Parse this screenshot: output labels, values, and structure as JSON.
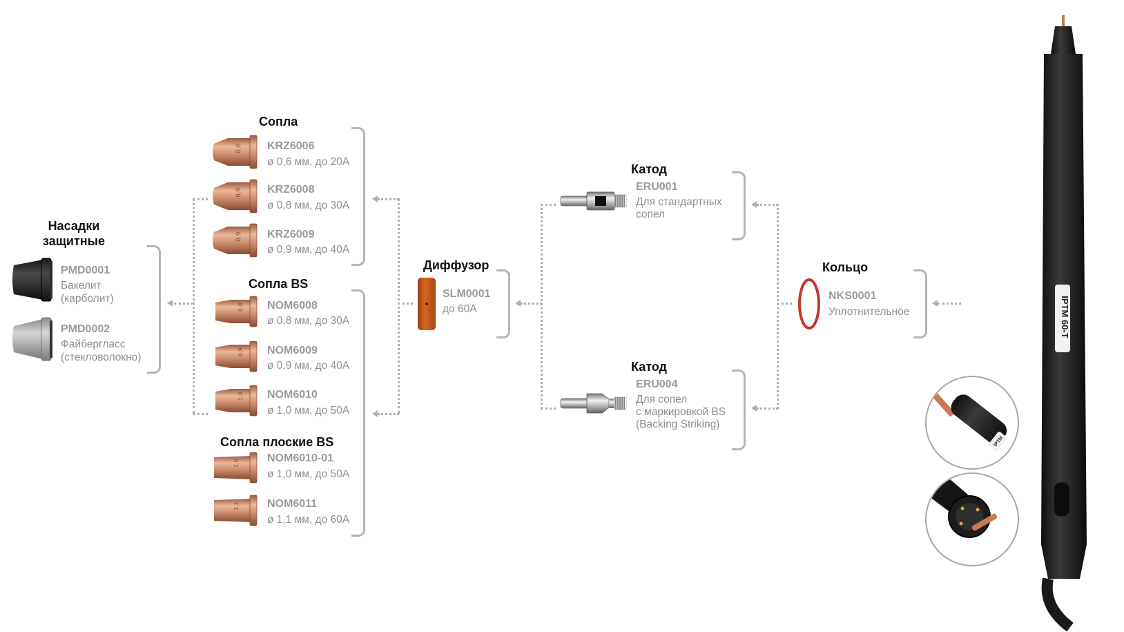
{
  "groups": {
    "shields": {
      "title": "Насадки\nзащитные",
      "items": [
        {
          "code": "PMD0001",
          "desc": "Бакелит\n(карболит)"
        },
        {
          "code": "PMD0002",
          "desc": "Файберглаcc\n(стекловолокно)"
        }
      ]
    },
    "nozzles": {
      "title": "Сопла",
      "items": [
        {
          "code": "KRZ6006",
          "desc": "ø 0,6 мм, до 20А",
          "mark": "0,6"
        },
        {
          "code": "KRZ6008",
          "desc": "ø 0,8 мм, до 30А",
          "mark": "0,8"
        },
        {
          "code": "KRZ6009",
          "desc": "ø 0,9 мм, до 40А",
          "mark": "0,9"
        }
      ]
    },
    "nozzles_bs": {
      "title": "Сопла BS",
      "items": [
        {
          "code": "NOM6008",
          "desc": "ø 0,8 мм, до 30А",
          "mark": "0,8"
        },
        {
          "code": "NOM6009",
          "desc": "ø 0,9 мм, до 40А",
          "mark": "0,9"
        },
        {
          "code": "NOM6010",
          "desc": "ø 1,0 мм, до 50А",
          "mark": "1,0"
        }
      ]
    },
    "nozzles_flat_bs": {
      "title": "Сопла плоские BS",
      "items": [
        {
          "code": "NOM6010-01",
          "desc": "ø 1,0 мм, до 50А",
          "mark": "1,0"
        },
        {
          "code": "NOM6011",
          "desc": "ø 1,1 мм, до 60А",
          "mark": "1,1"
        }
      ]
    },
    "diffuser": {
      "title": "Диффузор",
      "items": [
        {
          "code": "SLM0001",
          "desc": "до 60А"
        }
      ]
    },
    "cathode_std": {
      "title": "Катод",
      "items": [
        {
          "code": "ERU001",
          "desc": "Для стандартных\nсопел"
        }
      ]
    },
    "cathode_bs": {
      "title": "Катод",
      "items": [
        {
          "code": "ERU004",
          "desc": "Для сопел\nс маркировкой BS\n(Backing Striking)"
        }
      ]
    },
    "ring": {
      "title": "Кольцо",
      "items": [
        {
          "code": "NKS0001",
          "desc": "Уплотнительное"
        }
      ]
    }
  },
  "torch": {
    "label": "IPTM 60-T",
    "mini_label": "IPTM"
  },
  "colors": {
    "copper": "#c9825f",
    "copper_light": "#eab89a",
    "diffuser": "#c8561a",
    "ring": "#c9342b",
    "text_gray": "#9a9a9a",
    "bracket_gray": "#b5b5b5"
  },
  "icons": [
    "shield-cap-icon",
    "nozzle-icon",
    "diffuser-icon",
    "cathode-icon",
    "o-ring-icon",
    "torch-icon"
  ]
}
